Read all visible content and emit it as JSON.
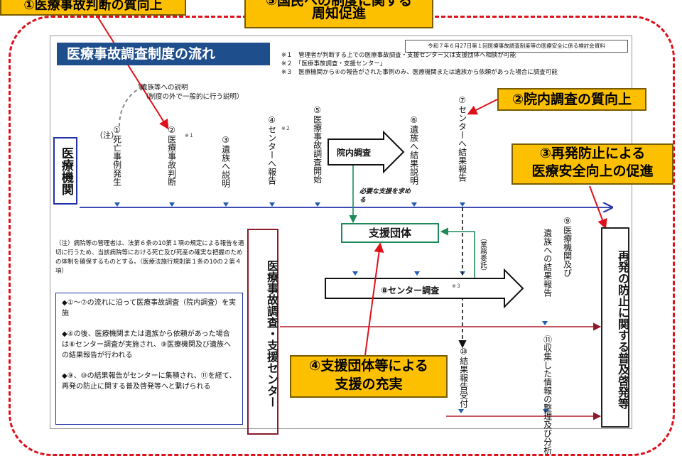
{
  "callouts": {
    "c1": "①医療事故判断の質向上",
    "c2_line1": "②院内調査の質向上",
    "c3_line1": "③再発防止による",
    "c3_line2": "医療安全向上の促進",
    "c4_line1": "④支援団体等による",
    "c4_line2": "支援の充実",
    "c5_line1": "⑤国民への制度に関する",
    "c5_line2": "周知促進"
  },
  "title": "医療事故調査制度の流れ",
  "meta": "令和７年６月27日第１回医療事故調査制度等の医療安全に係る検討会資料",
  "notes": [
    "※１　管理者が判断する上での医療事故調査・支援センター又は支援団体へ相談が可能",
    "※２　「医療事故調査・支援センター」",
    "※３　医療機関から④の報告がされた事例のみ、医療機関または遺族から依頼があった場合に調査可能"
  ],
  "family_explain": {
    "line1": "遺族等への説明",
    "line2": "（制度の外で一般的に行う説明）"
  },
  "note_marker": "（注）",
  "steps": {
    "s1": "①死亡事例発生",
    "s2": "②医療事故判断",
    "s3": "③遺族へ説明",
    "s4": "④センターへ報告",
    "s5": "⑤医療事故調査開始",
    "s6": "⑥遺族へ結果説明",
    "s7": "⑦センターへ結果報告",
    "s8": "⑧センター調査",
    "s9a": "⑨医療機関及び",
    "s9b": "遺族への結果報告",
    "s10": "⑩結果報告受付",
    "s11": "⑪収集した情報の整理及び分析"
  },
  "sups": {
    "n1": "※１",
    "n2": "※２",
    "n3": "※３"
  },
  "hospital": "医療機関",
  "in_hospital": "院内調査",
  "need_support": "必要な支援を求める",
  "support_group": "支援団体",
  "outsourcing": "（業務委託）",
  "center": "医療事故調査・支援センター",
  "prevention": "再発の防止に関する普及啓発等",
  "footnote": "（注）病院等の管理者は、法第６条の10第１項の規定による報告を適切に行うため、当該病院等における死亡及び死産の確実な把握のための体制を確保するものとする。（医療法施行規則第１条の10の２第４項）",
  "summary": [
    "◆①～⑦の流れに沿って医療事故調査（院内調査）を実施",
    "◆④の後、医療機関または遺族から依頼があった場合は⑧センター調査が実施され、⑨医療機関及び遺族への結果報告が行われる",
    "◆⑨、⑩の結果報告がセンターに集積され、⑪を経て、再発の防止に関する普及啓発等へと繋げられる"
  ],
  "colors": {
    "red": "#e0101a",
    "yellow": "#fdc000",
    "blue": "#2233aa",
    "green": "#1e8a5a",
    "navy": "#1f4e8c",
    "maroon": "#8b1a2a"
  }
}
